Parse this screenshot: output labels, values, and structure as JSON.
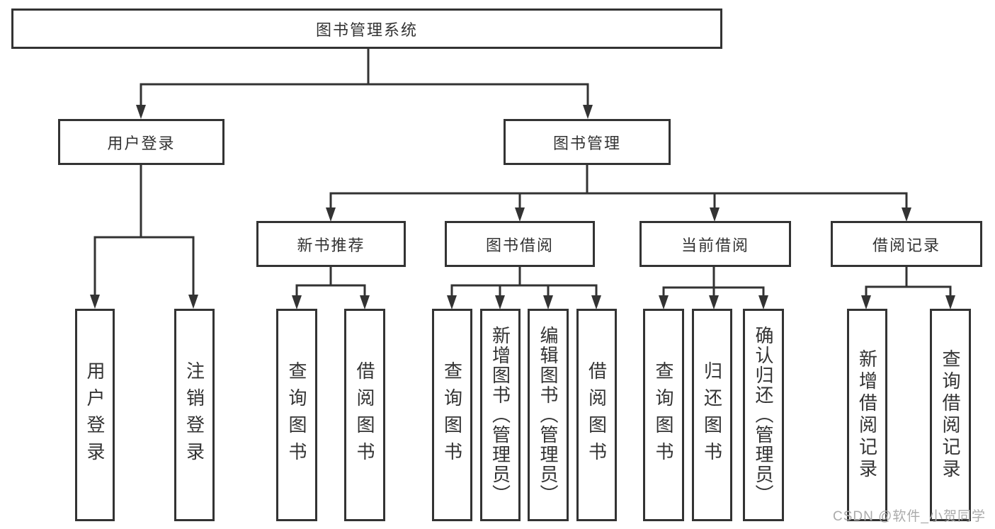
{
  "diagram": {
    "title": "图书管理系统",
    "root": {
      "label": "图书管理系统"
    },
    "level1": [
      {
        "label": "用户登录"
      },
      {
        "label": "图书管理"
      }
    ],
    "level2": [
      {
        "label": "新书推荐"
      },
      {
        "label": "图书借阅"
      },
      {
        "label": "当前借阅"
      },
      {
        "label": "借阅记录"
      }
    ],
    "leaves": {
      "user_login": [
        "用户登录",
        "注销登录"
      ],
      "new_book_recommend": [
        "查询图书",
        "借阅图书"
      ],
      "book_borrow": [
        "查询图书",
        "新增图书（管理员）",
        "编辑图书（管理员）",
        "借阅图书"
      ],
      "current_borrow": [
        "查询图书",
        "归还图书",
        "确认归还（管理员）"
      ],
      "borrow_records": [
        "新增借阅记录",
        "查询借阅记录"
      ]
    }
  },
  "watermark": {
    "text": "CSDN @软件_小贺同学"
  },
  "colors": {
    "line": "#333333",
    "box_border": "#333333",
    "text": "#333333",
    "watermark": "#ababab",
    "background": "#ffffff"
  }
}
